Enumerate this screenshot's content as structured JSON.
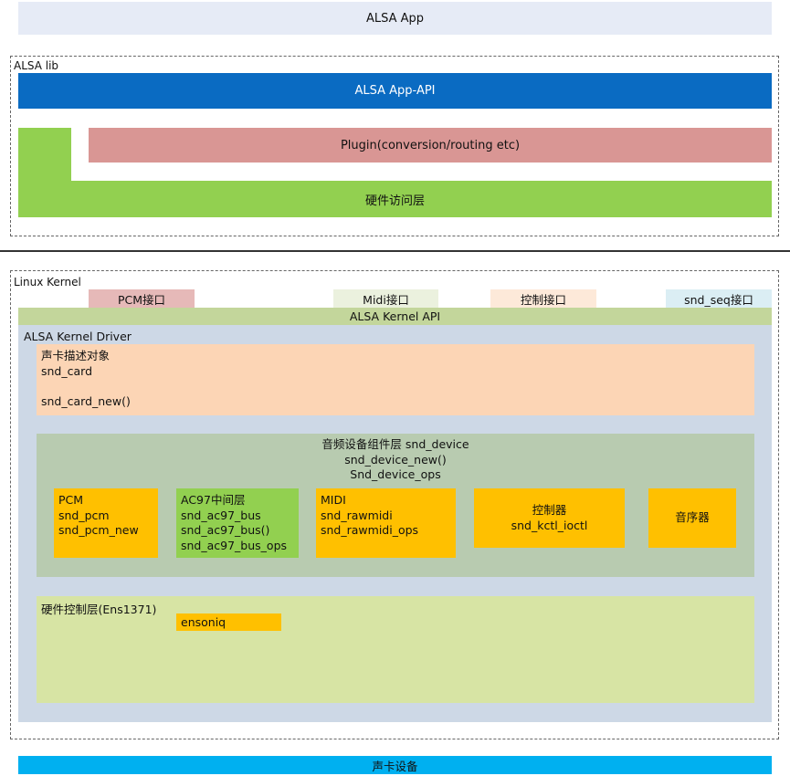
{
  "app": {
    "label": "ALSA App"
  },
  "alsa_lib": {
    "title": "ALSA lib",
    "app_api": "ALSA App-API",
    "plugin": "Plugin(conversion/routing etc)",
    "hw_access": "硬件访问层"
  },
  "kernel": {
    "title": "Linux Kernel",
    "interfaces": [
      "PCM接口",
      "Midi接口",
      "控制接口",
      "snd_seq接口"
    ],
    "kernel_api": "ALSA Kernel API",
    "driver": {
      "title": "ALSA Kernel Driver",
      "snd_card": "声卡描述对象\nsnd_card\n\nsnd_card_new()",
      "device_title": "音频设备组件层 snd_device\nsnd_device_new()\nSnd_device_ops",
      "components": {
        "pcm": "PCM\nsnd_pcm\nsnd_pcm_new",
        "ac97": "AC97中间层\nsnd_ac97_bus\nsnd_ac97_bus()\nsnd_ac97_bus_ops",
        "midi": "MIDI\nsnd_rawmidi\nsnd_rawmidi_ops",
        "control": "控制器\nsnd_kctl_ioctl",
        "sequencer": "音序器"
      },
      "hw_control_title": "硬件控制层(Ens1371)",
      "ensoniq": "ensoniq"
    }
  },
  "sound_card_device": "声卡设备",
  "colors": {
    "app_api": "#0a6bc2",
    "hw_access": "#92d050",
    "plugin": "#d99694",
    "component": "#ffc000",
    "sound_card": "#00b0f0"
  }
}
